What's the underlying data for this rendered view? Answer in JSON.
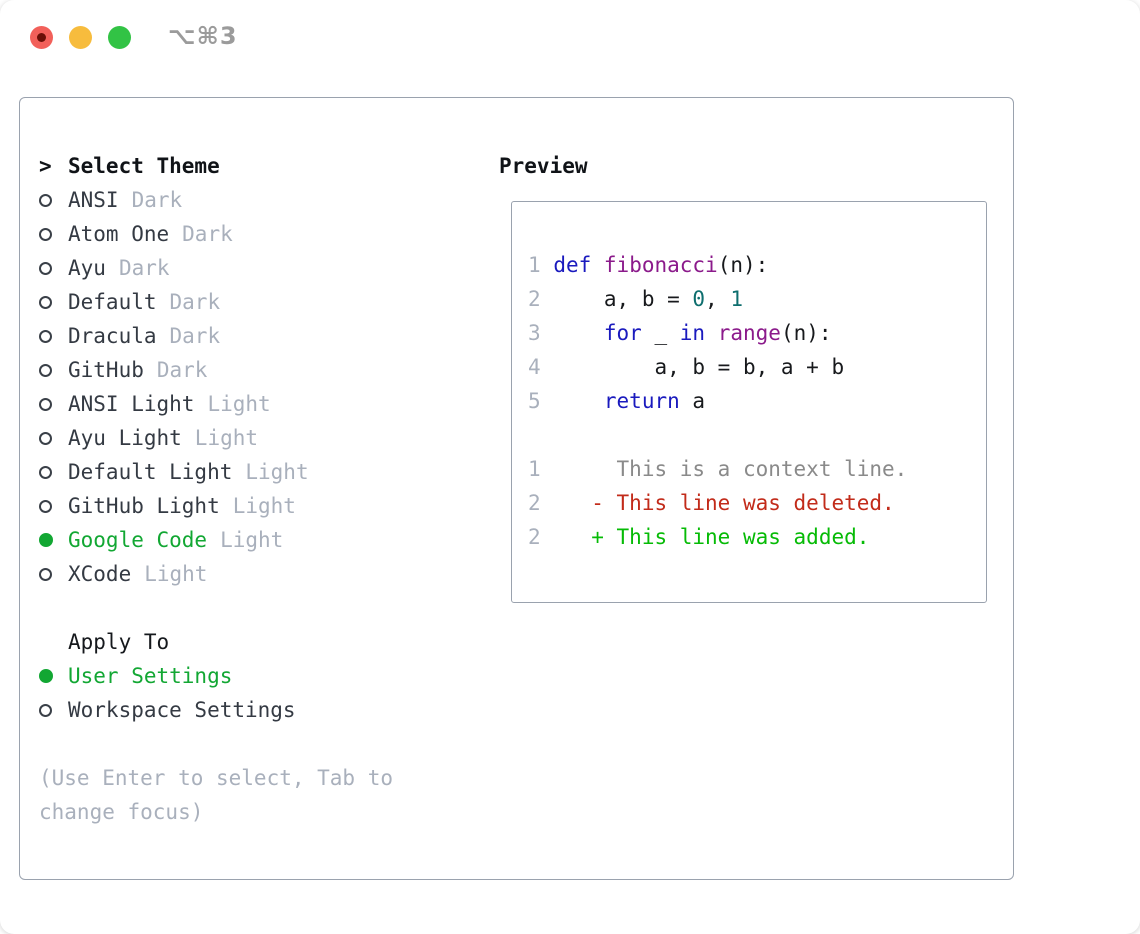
{
  "window": {
    "title": "⌥⌘3"
  },
  "titlebar": {
    "buttons": [
      {
        "name": "close",
        "color": "#f2605a"
      },
      {
        "name": "minimize",
        "color": "#f7bc3d"
      },
      {
        "name": "zoom",
        "color": "#32c345"
      }
    ]
  },
  "theme_selector": {
    "header_prefix": ">",
    "header": "Select Theme",
    "items": [
      {
        "name": "ANSI",
        "variant": "Dark",
        "selected": false
      },
      {
        "name": "Atom One",
        "variant": "Dark",
        "selected": false
      },
      {
        "name": "Ayu",
        "variant": "Dark",
        "selected": false
      },
      {
        "name": "Default",
        "variant": "Dark",
        "selected": false
      },
      {
        "name": "Dracula",
        "variant": "Dark",
        "selected": false
      },
      {
        "name": "GitHub",
        "variant": "Dark",
        "selected": false
      },
      {
        "name": "ANSI Light",
        "variant": "Light",
        "selected": false
      },
      {
        "name": "Ayu Light",
        "variant": "Light",
        "selected": false
      },
      {
        "name": "Default Light",
        "variant": "Light",
        "selected": false
      },
      {
        "name": "GitHub Light",
        "variant": "Light",
        "selected": false
      },
      {
        "name": "Google Code",
        "variant": "Light",
        "selected": true
      },
      {
        "name": "XCode",
        "variant": "Light",
        "selected": false
      }
    ]
  },
  "apply_to": {
    "header": "Apply To",
    "options": [
      {
        "label": "User Settings",
        "selected": true
      },
      {
        "label": "Workspace Settings",
        "selected": false
      }
    ]
  },
  "hint_lines": [
    "(Use Enter to select, Tab to",
    "change focus)"
  ],
  "preview": {
    "header": "Preview",
    "code_lines": [
      {
        "num": "1",
        "tokens": [
          [
            "kw",
            "def"
          ],
          [
            "pl",
            " "
          ],
          [
            "fn",
            "fibonacci"
          ],
          [
            "pl",
            "(n):"
          ]
        ]
      },
      {
        "num": "2",
        "tokens": [
          [
            "pl",
            "    a, b = "
          ],
          [
            "lit",
            "0"
          ],
          [
            "pl",
            ", "
          ],
          [
            "lit",
            "1"
          ]
        ]
      },
      {
        "num": "3",
        "tokens": [
          [
            "pl",
            "    "
          ],
          [
            "kw",
            "for"
          ],
          [
            "pl",
            " _ "
          ],
          [
            "kw",
            "in"
          ],
          [
            "pl",
            " "
          ],
          [
            "fn",
            "range"
          ],
          [
            "pl",
            "(n):"
          ]
        ]
      },
      {
        "num": "4",
        "tokens": [
          [
            "pl",
            "        a, b = b, a + b"
          ]
        ]
      },
      {
        "num": "5",
        "tokens": [
          [
            "pl",
            "    "
          ],
          [
            "kw",
            "return"
          ],
          [
            "pl",
            " a"
          ]
        ]
      }
    ],
    "diff_lines": [
      {
        "num": "1",
        "kind": "context",
        "text": "     This is a context line."
      },
      {
        "num": "2",
        "kind": "deleted",
        "text": "   - This line was deleted."
      },
      {
        "num": "2",
        "kind": "added",
        "text": "   + This line was added."
      }
    ]
  },
  "colors": {
    "accent_green": "#12a733",
    "muted_gray": "#a9b0bc",
    "text_dark": "#343a43",
    "border_gray": "#9aa2ae",
    "syntax_keyword": "#1a1abe",
    "syntax_function": "#8b1a8b",
    "syntax_literal": "#0e6e6e",
    "diff_context": "#8a8a8a",
    "diff_deleted": "#c22b1a",
    "diff_added": "#06bb06"
  }
}
